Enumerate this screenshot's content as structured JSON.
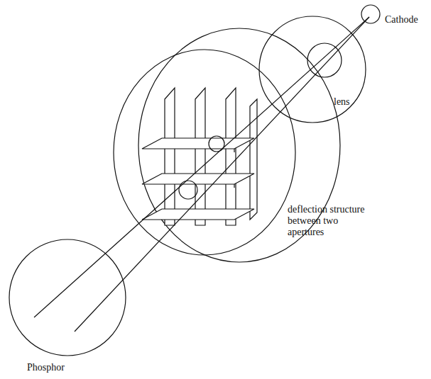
{
  "diagram": {
    "labels": [
      "Cathode",
      "lens",
      "deflection structure between two apertures",
      "Phosphor"
    ]
  }
}
